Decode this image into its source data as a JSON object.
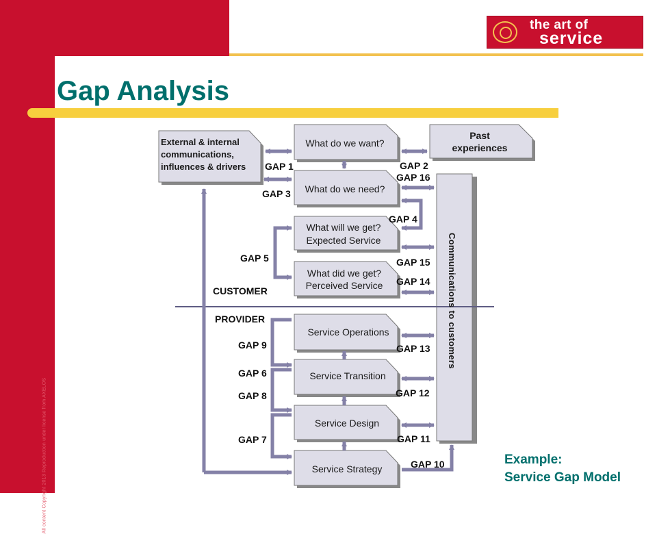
{
  "title": "Gap Analysis",
  "logo": {
    "line1": "the art of",
    "line2": "service"
  },
  "vertical_copyright": "All content Copyright 2013 Reproduction under license from AXELOS",
  "example": {
    "line1": "Example:",
    "line2": "Service Gap Model"
  },
  "boxes": {
    "external": [
      "External & internal",
      "communications,",
      "influences & drivers"
    ],
    "want": "What do we want?",
    "need": "What do we need?",
    "get": [
      "What will we get?",
      "Expected Service"
    ],
    "did": [
      "What did we get?",
      "Perceived Service"
    ],
    "past": [
      "Past",
      "experiences"
    ],
    "operations": "Service Operations",
    "transition": "Service Transition",
    "design": "Service Design",
    "strategy": "Service Strategy",
    "communications": "Communications to customers"
  },
  "labels": {
    "customer": "CUSTOMER",
    "provider": "PROVIDER",
    "gap1": "GAP 1",
    "gap2": "GAP 2",
    "gap3": "GAP 3",
    "gap4": "GAP 4",
    "gap5": "GAP 5",
    "gap6": "GAP 6",
    "gap7": "GAP 7",
    "gap8": "GAP 8",
    "gap9": "GAP 9",
    "gap10": "GAP 10",
    "gap11": "GAP 11",
    "gap12": "GAP 12",
    "gap13": "GAP 13",
    "gap14": "GAP 14",
    "gap15": "GAP 15",
    "gap16": "GAP 16"
  },
  "colors": {
    "red": "#c8102e",
    "teal": "#006f6c",
    "box": "#dedde8",
    "arrow": "#8481a7",
    "yellow": "#f7cf3e"
  }
}
